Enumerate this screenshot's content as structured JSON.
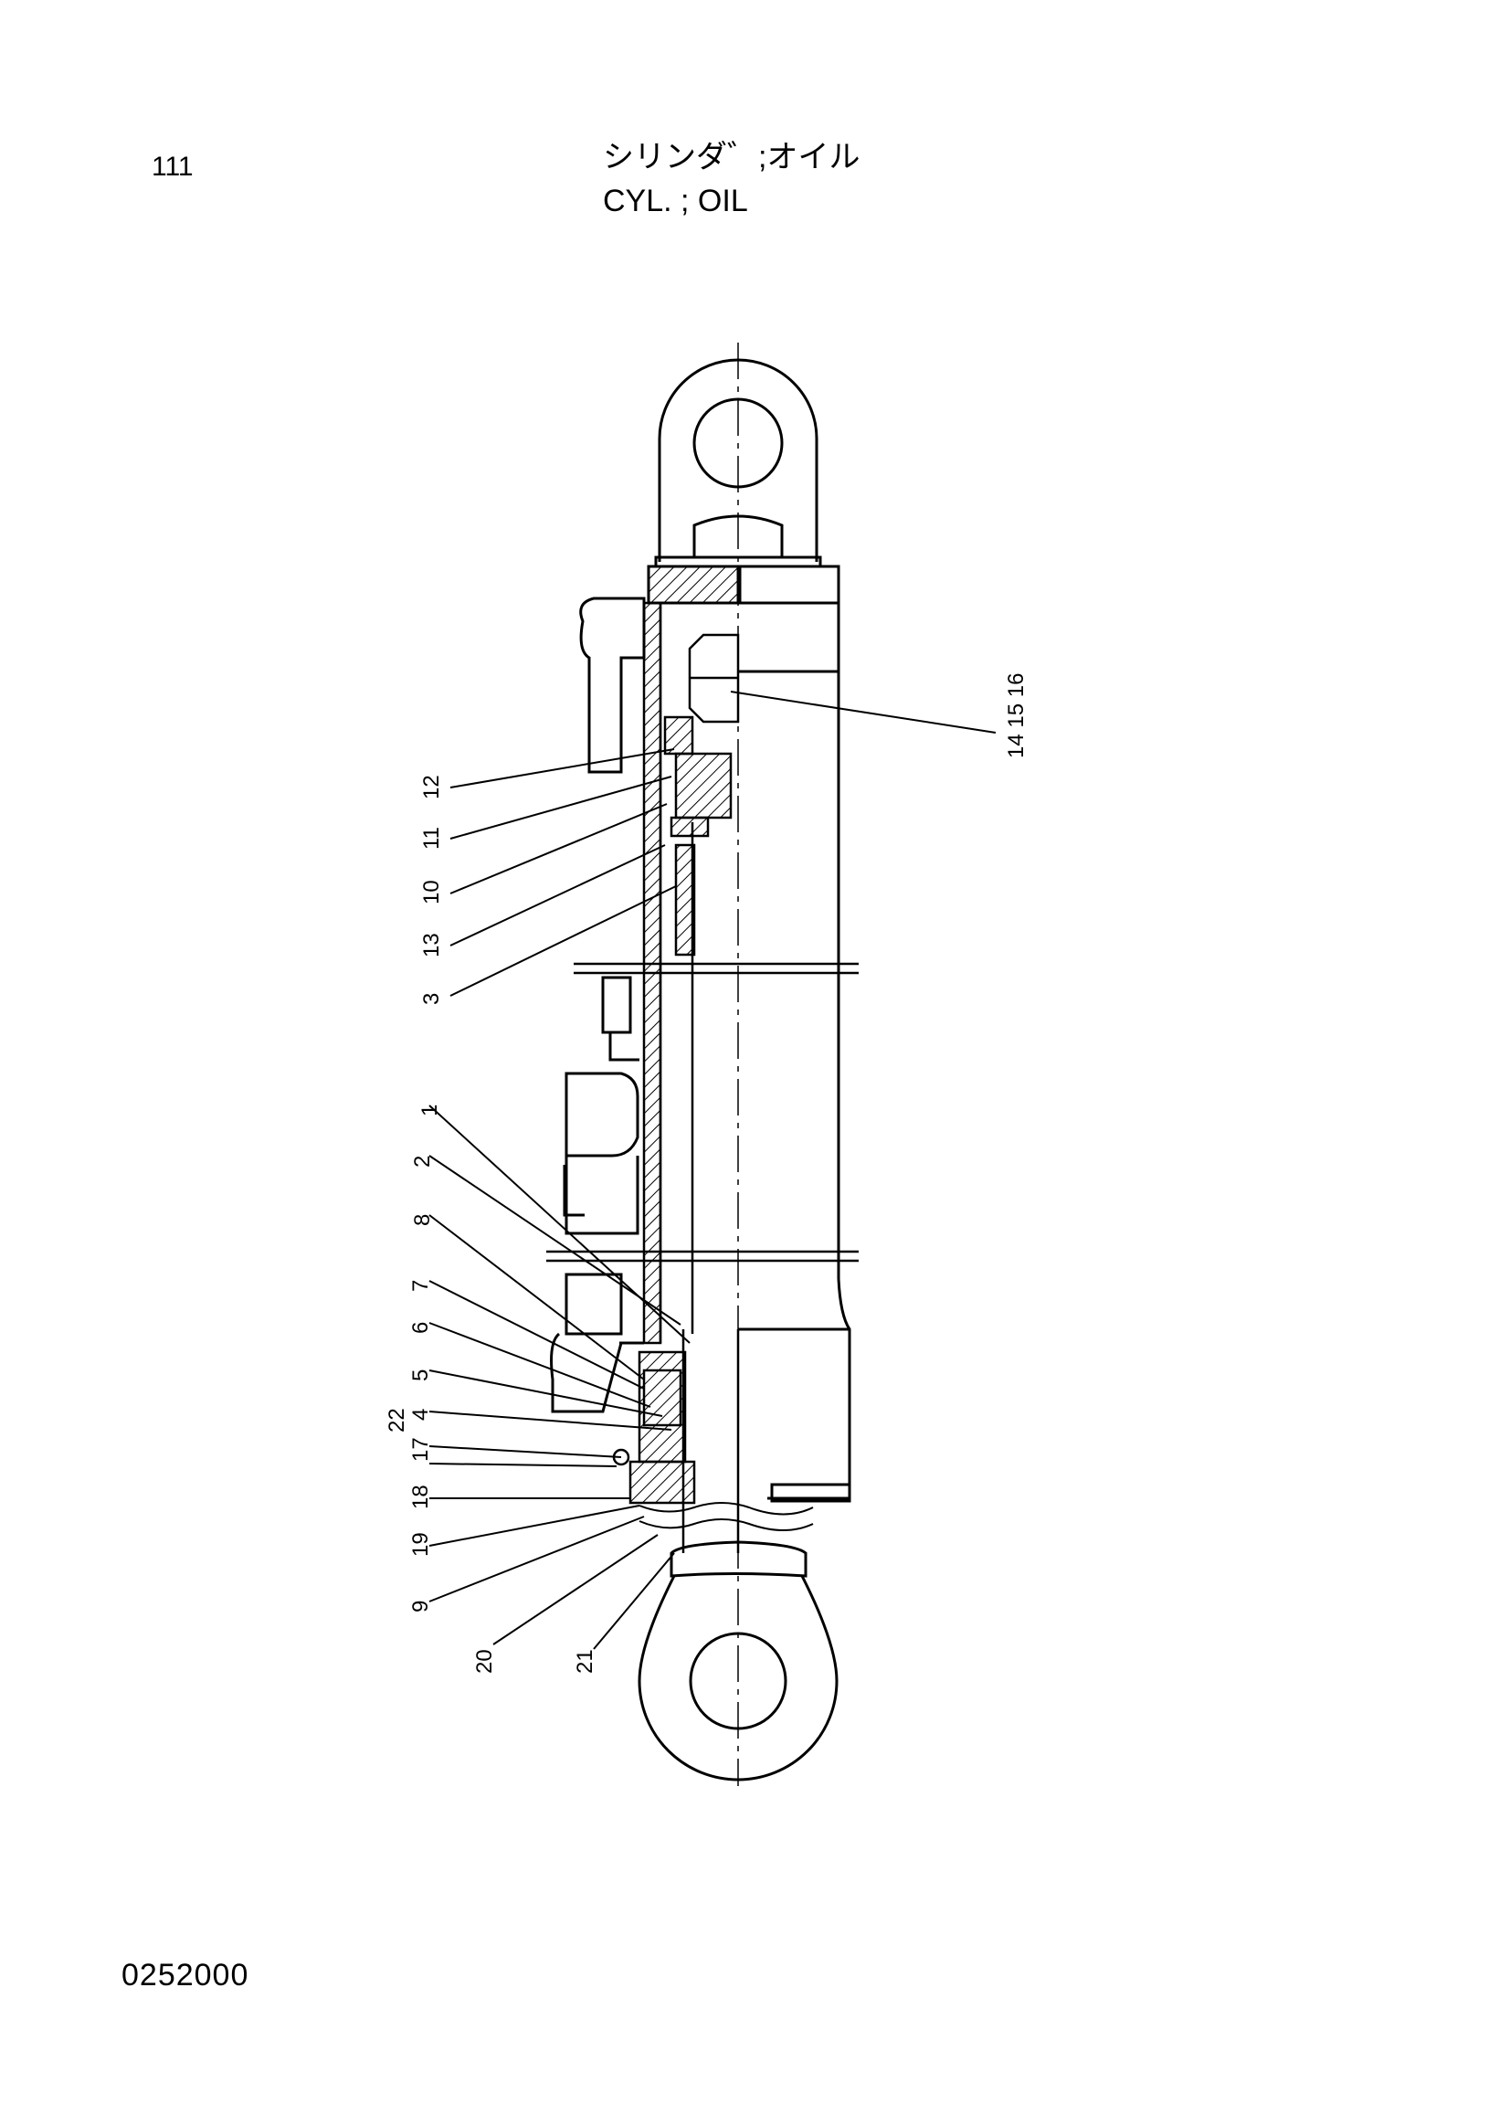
{
  "page": {
    "number": "111",
    "code": "0252000"
  },
  "title": {
    "japanese": "シリンダ゛;オイル",
    "english": "CYL. ; OIL"
  },
  "callouts": [
    {
      "id": "c12",
      "label": "12"
    },
    {
      "id": "c11",
      "label": "11"
    },
    {
      "id": "c10",
      "label": "10"
    },
    {
      "id": "c13",
      "label": "13"
    },
    {
      "id": "c3",
      "label": "3"
    },
    {
      "id": "c1",
      "label": "1"
    },
    {
      "id": "c2",
      "label": "2"
    },
    {
      "id": "c8",
      "label": "8"
    },
    {
      "id": "c7",
      "label": "7"
    },
    {
      "id": "c6",
      "label": "6"
    },
    {
      "id": "c5",
      "label": "5"
    },
    {
      "id": "c4",
      "label": "4"
    },
    {
      "id": "c22",
      "label": "22"
    },
    {
      "id": "c17",
      "label": "17"
    },
    {
      "id": "c18",
      "label": "18"
    },
    {
      "id": "c19",
      "label": "19"
    },
    {
      "id": "c9",
      "label": "9"
    },
    {
      "id": "c20",
      "label": "20"
    },
    {
      "id": "c21",
      "label": "21"
    },
    {
      "id": "c141516",
      "label": "14 15 16"
    }
  ]
}
